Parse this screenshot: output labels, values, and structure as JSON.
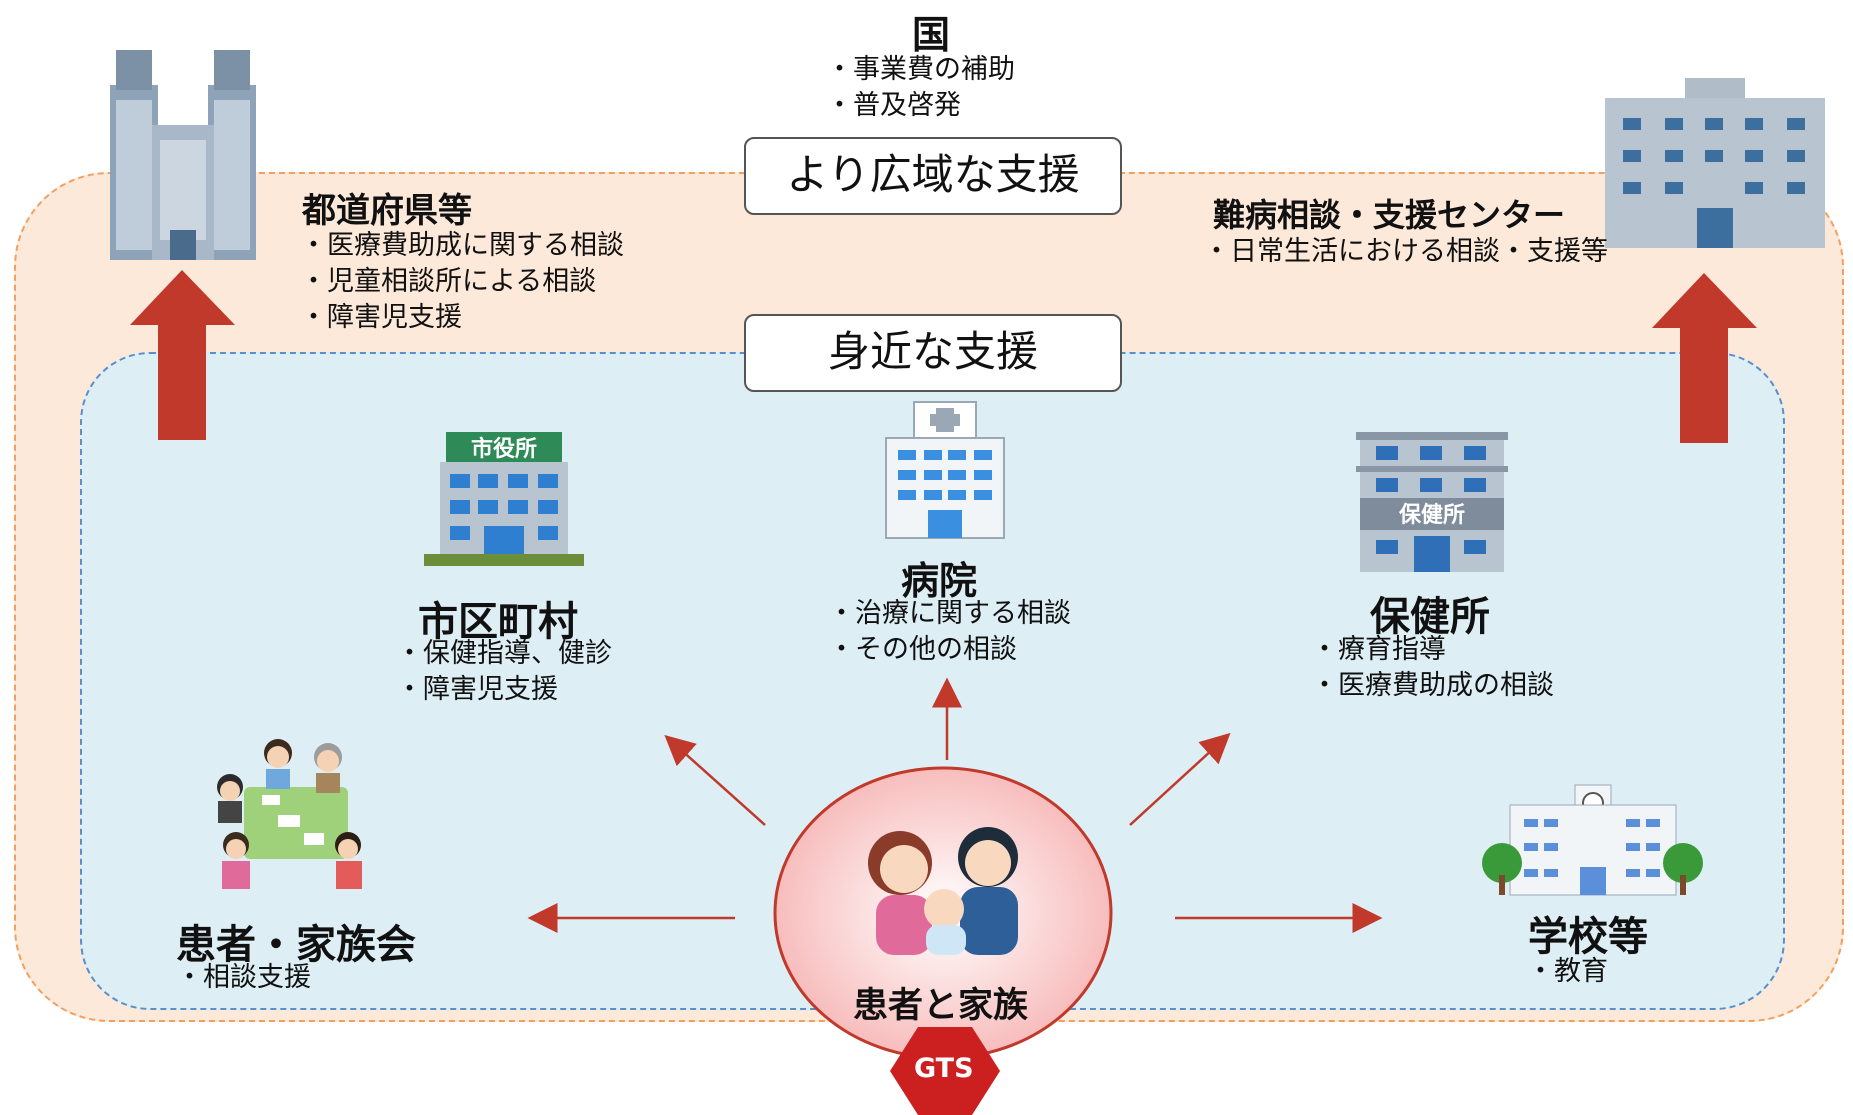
{
  "national": {
    "title": "国",
    "items": [
      "・事業費の補助",
      "・普及啓発"
    ]
  },
  "wide_support_label": "より広域な支援",
  "near_support_label": "身近な支援",
  "prefecture": {
    "title": "都道府県等",
    "items": [
      "・医療費助成に関する相談",
      "・児童相談所による相談",
      "・障害児支援"
    ]
  },
  "intractable_center": {
    "title": "難病相談・支援センター",
    "items": [
      "・日常生活における相談・支援等"
    ]
  },
  "municipality": {
    "sign": "市役所",
    "title": "市区町村",
    "items": [
      "・保健指導、健診",
      "・障害児支援"
    ]
  },
  "hospital": {
    "title": "病院",
    "items": [
      "・治療に関する相談",
      "・その他の相談"
    ]
  },
  "health_center": {
    "sign": "保健所",
    "title": "保健所",
    "items": [
      "・療育指導",
      "・医療費助成の相談"
    ]
  },
  "patient_family_assoc": {
    "title": "患者・家族会",
    "items": [
      "・相談支援"
    ]
  },
  "school": {
    "title": "学校等",
    "items": [
      "・教育"
    ]
  },
  "patient_and_family": {
    "title": "患者と家族",
    "badge": "GTS"
  },
  "colors": {
    "outer_zone": "#fde9da",
    "inner_zone": "#ddeef5",
    "arrow_red": "#c0392b",
    "badge_red": "#cc1f1f"
  }
}
